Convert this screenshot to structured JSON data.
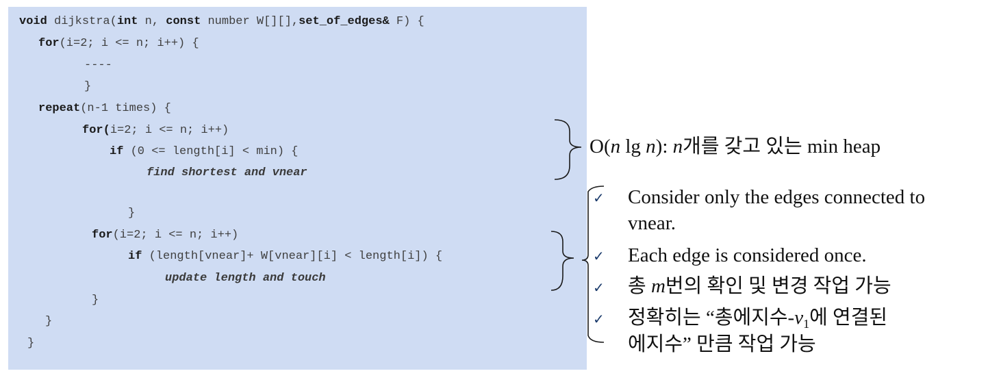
{
  "code": {
    "sig_kw1": "void",
    "sig_text1": " dijkstra(",
    "sig_kw2": "int",
    "sig_text2": " n, ",
    "sig_kw3": "const",
    "sig_text3": " number W[][],",
    "sig_kw4": "set_of_edges&",
    "sig_text4": " F) {",
    "for1_kw": "for",
    "for1_text": "(i=2; i <= n; i++) {",
    "dashes": "----",
    "close1": "}",
    "repeat_kw": "repeat",
    "repeat_text": "(n-1 times) {",
    "for2_kw": "for(",
    "for2_text": "i=2; i <= n; i++)",
    "if1_kw": "if",
    "if1_text": " (0 <= length[i] < min) {",
    "find_text": "find shortest and vnear",
    "close2": "}",
    "for3_kw": "for",
    "for3_text": "(i=2; i <= n; i++)",
    "if2_kw": "if",
    "if2_text": " (length[vnear]+ W[vnear][i] < length[i]) {",
    "update_text": "update length and touch",
    "close3": "}",
    "close4": "}",
    "close5": "}"
  },
  "notes": {
    "complexity_prefix": "O(",
    "complexity_n1": "n",
    "complexity_lg": " lg ",
    "complexity_n2": "n",
    "complexity_mid": "): ",
    "complexity_n3": "n",
    "complexity_suffix": "개를 갖고 있는 min heap",
    "checkmark": "✓",
    "item1_line1": "Consider only the edges connected to",
    "item1_line2": "vnear.",
    "item2": "Each edge is considered once.",
    "item3_prefix": "총 ",
    "item3_m": "m",
    "item3_suffix": "번의 확인 및 변경 작업 가능",
    "item4_prefix": "정확히는 “총에지수-",
    "item4_v": "v",
    "item4_sub": "1",
    "item4_suffix": "에 연결된",
    "item4_line2": "에지수” 만큼 작업 가능"
  }
}
